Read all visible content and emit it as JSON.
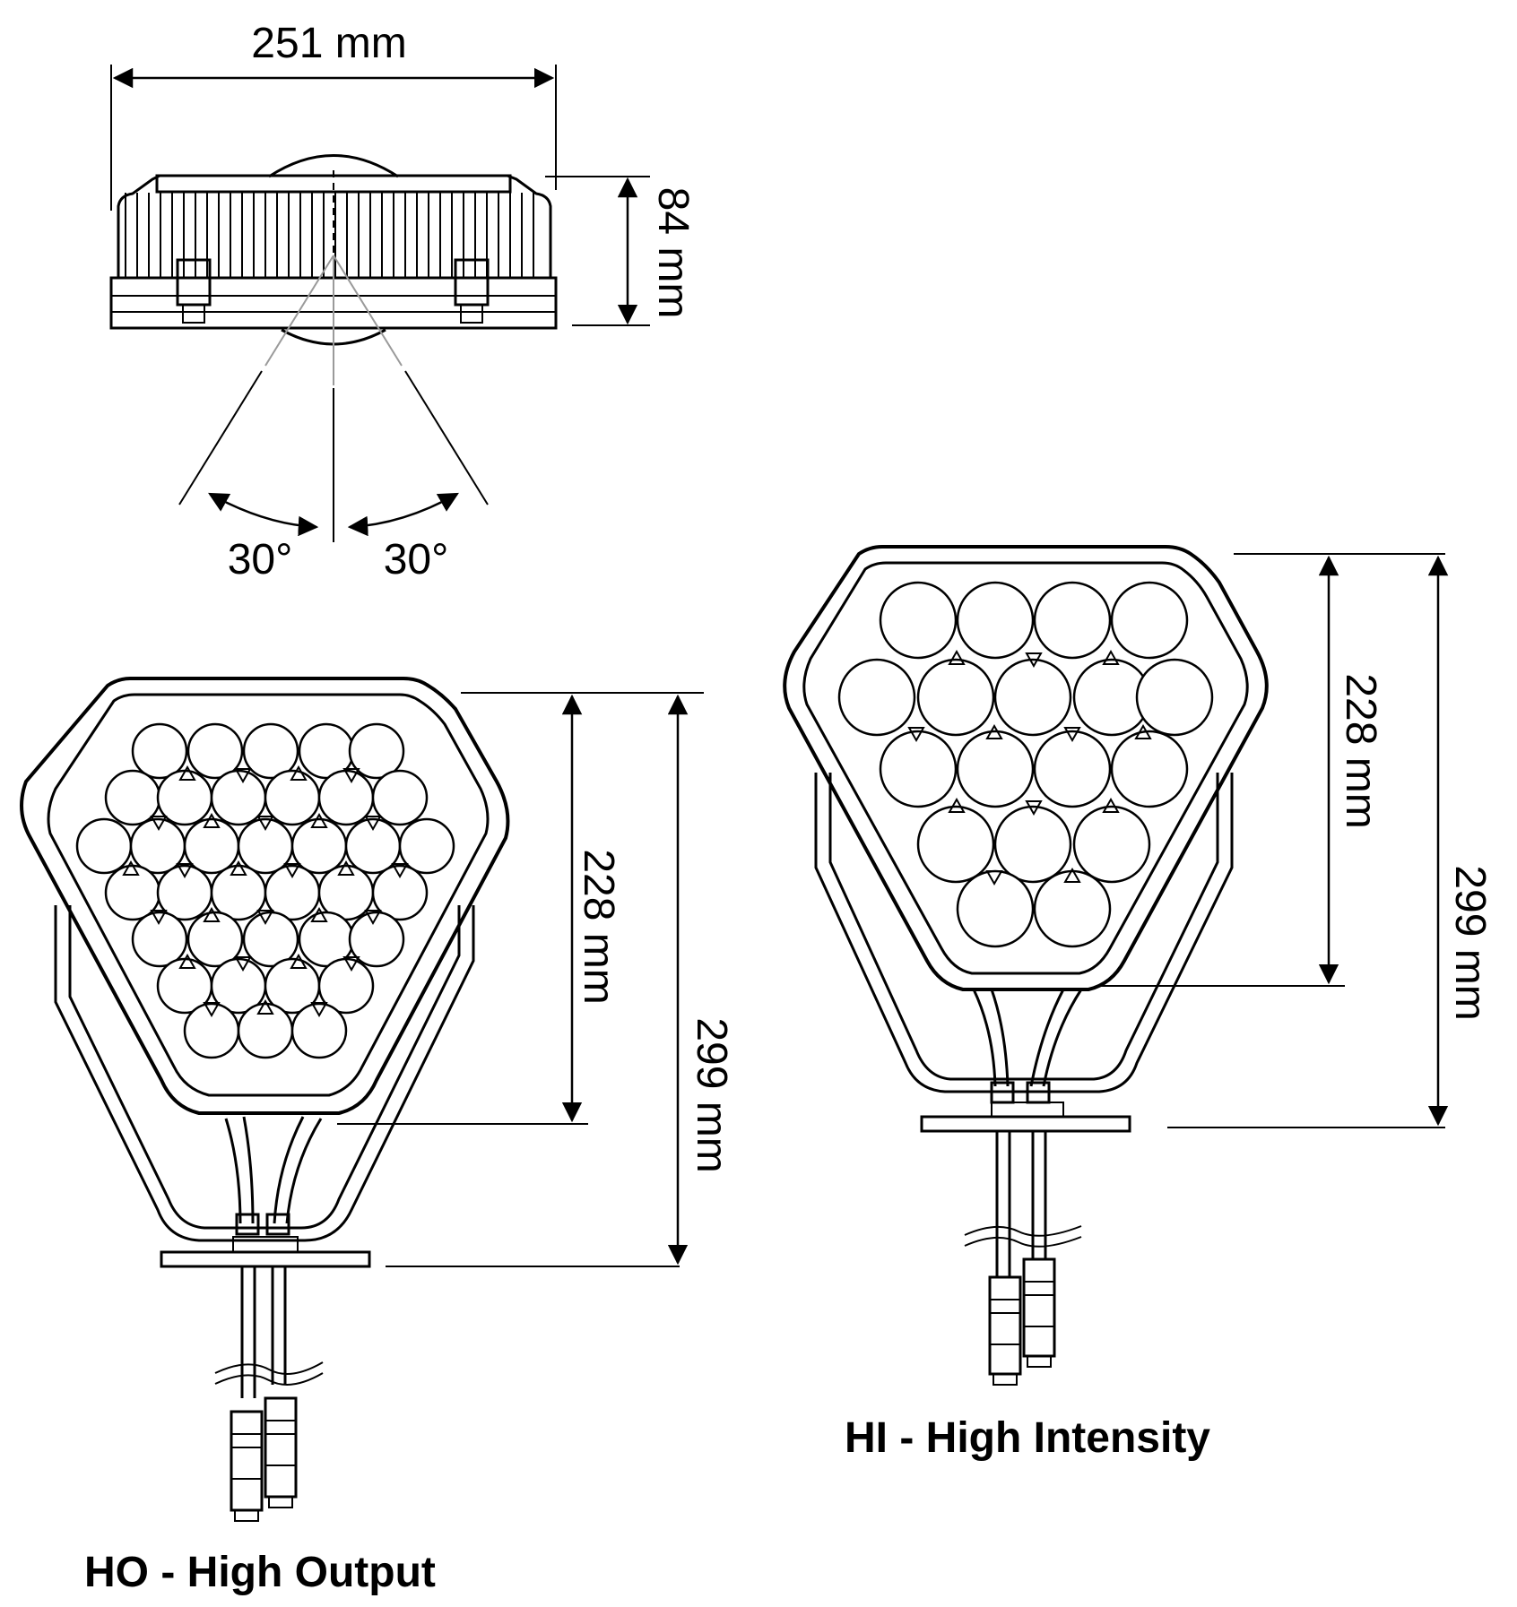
{
  "side_view": {
    "width_label": "251 mm",
    "height_label": "84 mm",
    "angle_left_label": "30°",
    "angle_right_label": "30°"
  },
  "ho_view": {
    "inner_height_label": "228 mm",
    "total_height_label": "299 mm",
    "caption": "HO - High Output"
  },
  "hi_view": {
    "inner_height_label": "228 mm",
    "total_height_label": "299 mm",
    "caption": "HI - High Intensity"
  },
  "colors": {
    "line": "#000000",
    "background": "#ffffff",
    "beam_gray": "#9a9a9a"
  }
}
